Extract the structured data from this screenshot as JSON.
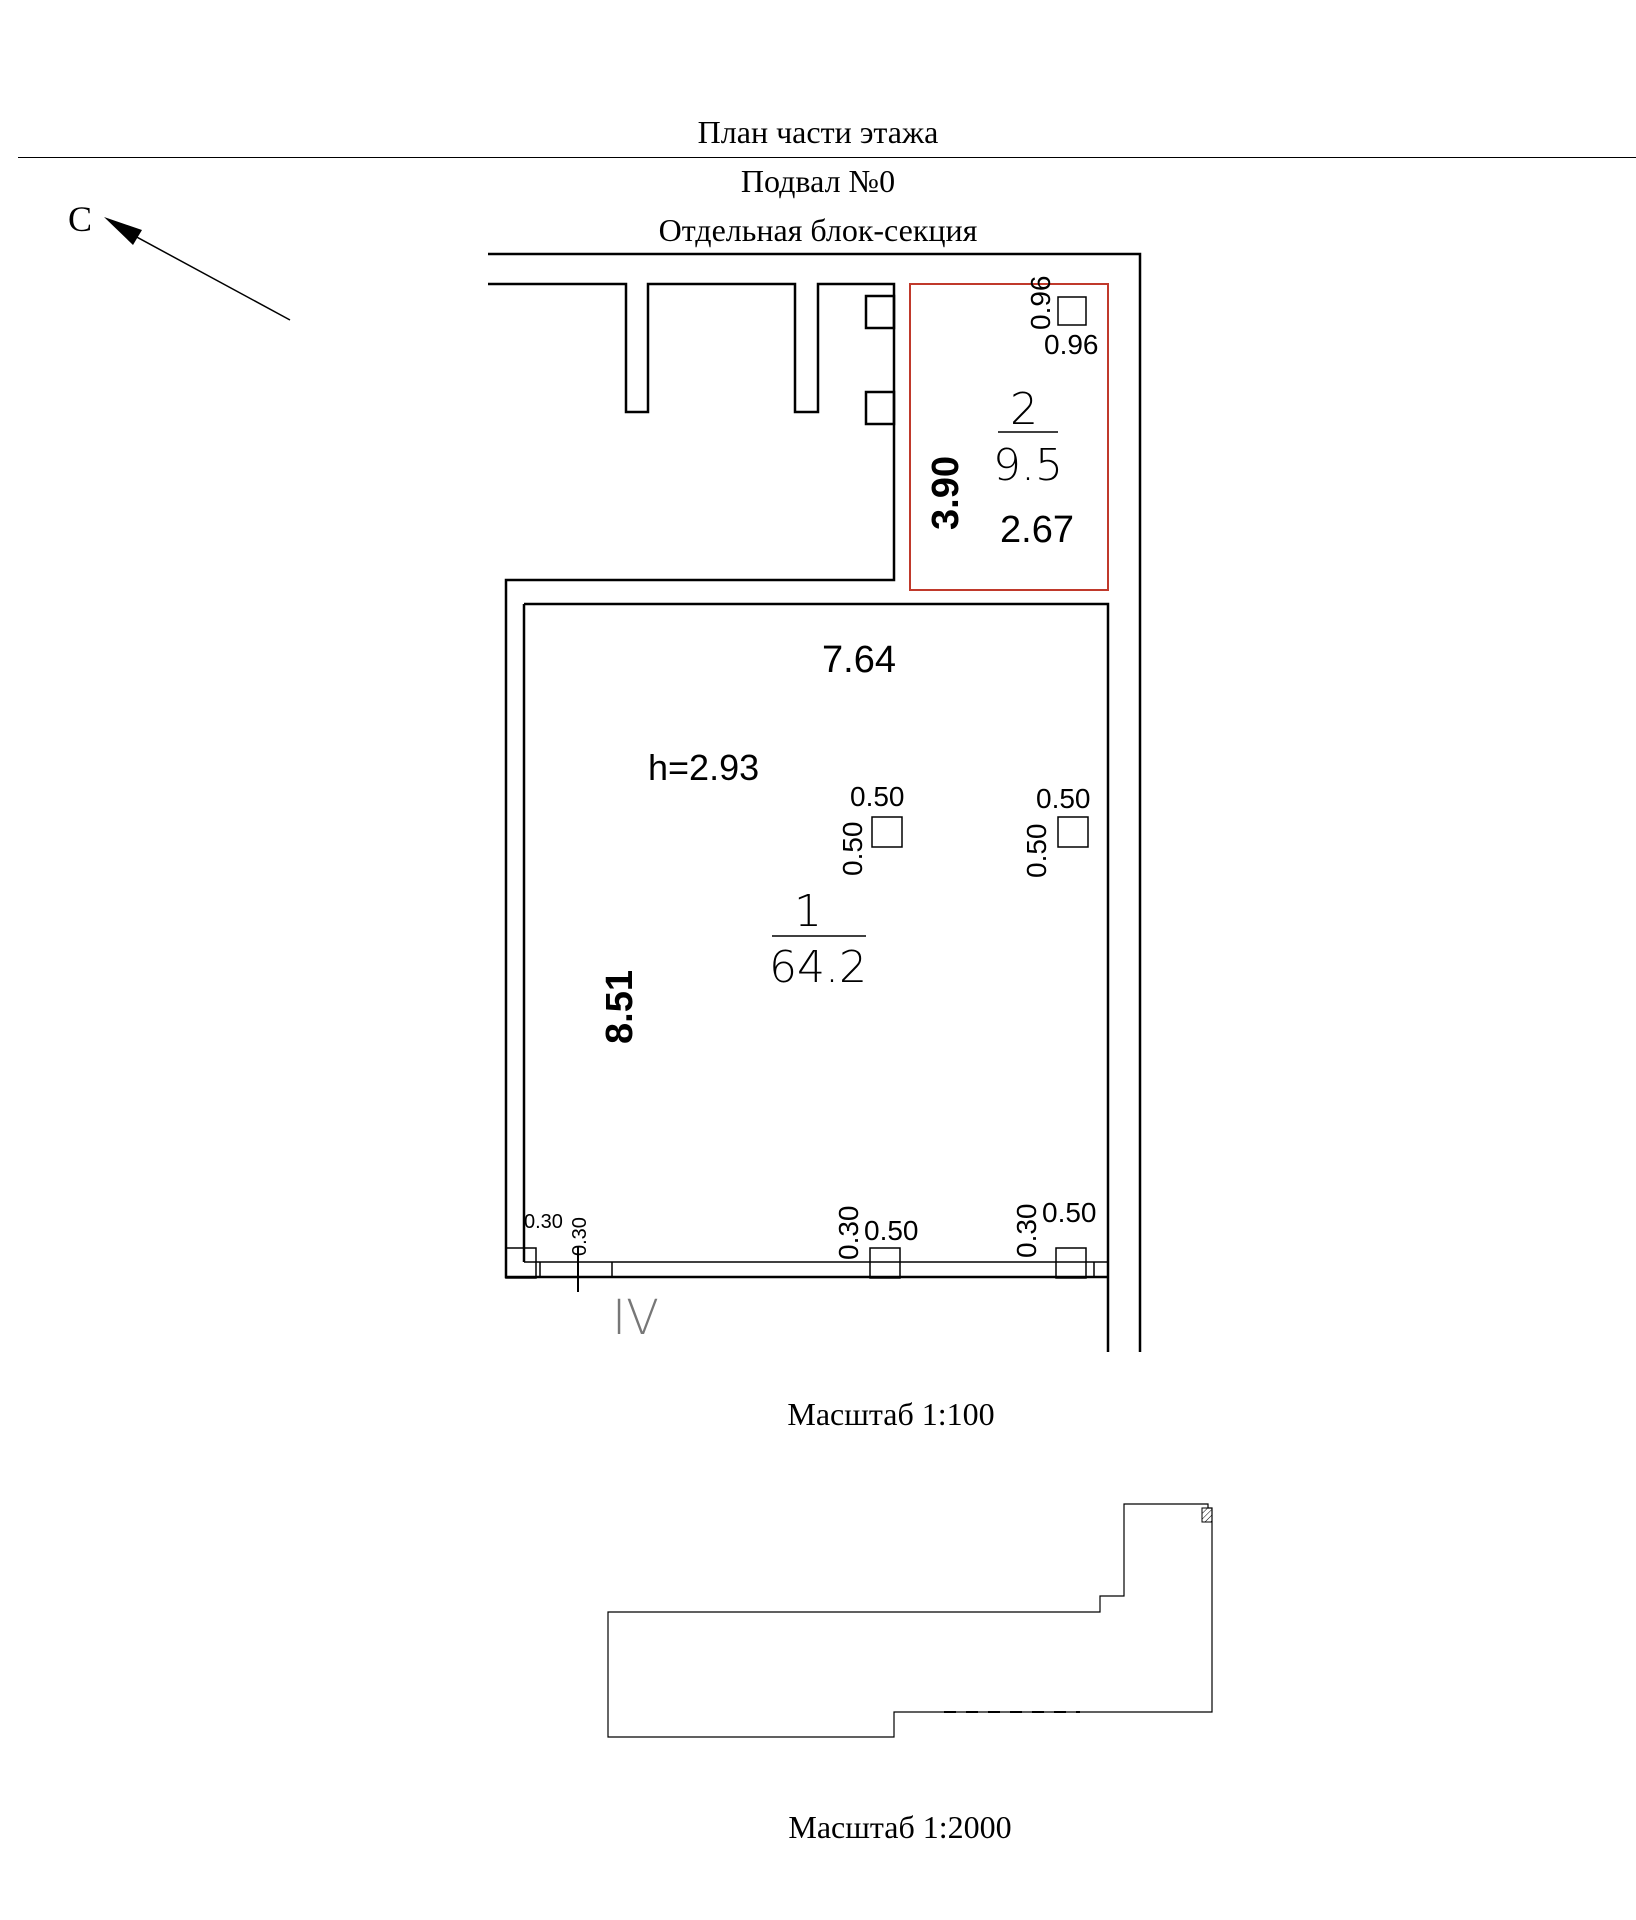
{
  "header": {
    "title": "План части этажа",
    "floor": "Подвал №0",
    "section": "Отдельная блок-секция"
  },
  "north_label": "С",
  "rooms": [
    {
      "number": "1",
      "area": "64.2"
    },
    {
      "number": "2",
      "area": "9.5"
    }
  ],
  "dimensions": {
    "room2_height": "3.90",
    "room2_width": "2.67",
    "room2_col_a": "0.96",
    "room2_col_b": "0.96",
    "room1_width": "7.64",
    "room1_length": "8.51",
    "ceiling_height": "h=2.93",
    "col_mid_w": "0.50",
    "col_mid_h": "0.50",
    "col_right_w": "0.50",
    "col_right_h": "0.50",
    "corner_w": "0.30",
    "corner_h": "0.30",
    "bot_col1_h": "0.30",
    "bot_col1_w": "0.50",
    "bot_col2_h": "0.30",
    "bot_col2_w": "0.50"
  },
  "axis_label": "IV",
  "scale_main": "Масштаб 1:100",
  "scale_key": "Масштаб 1:2000",
  "colors": {
    "room2_outline": "#c0392b"
  }
}
